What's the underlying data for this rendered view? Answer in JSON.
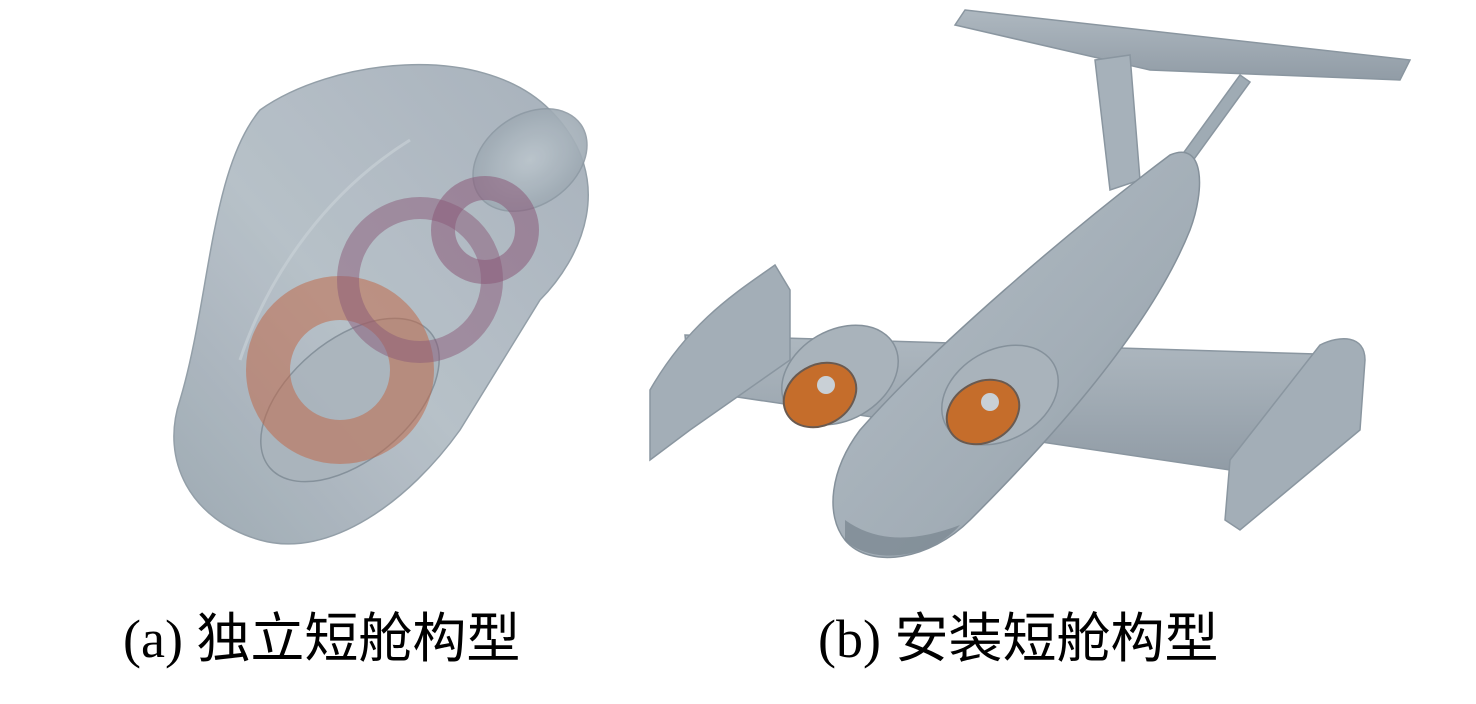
{
  "figure": {
    "panels": [
      {
        "id": "a",
        "caption": "(a) 独立短舱构型"
      },
      {
        "id": "b",
        "caption": "(b) 安装短舱构型"
      }
    ],
    "colors": {
      "background": "#ffffff",
      "body_gray": "#a7b2bb",
      "body_shadow": "#7d8993",
      "body_highlight": "#c6cfd6",
      "ring_orange": "#c06a4a",
      "ring_purple": "#8a5a78",
      "intake_orange": "#c56d2b"
    }
  }
}
